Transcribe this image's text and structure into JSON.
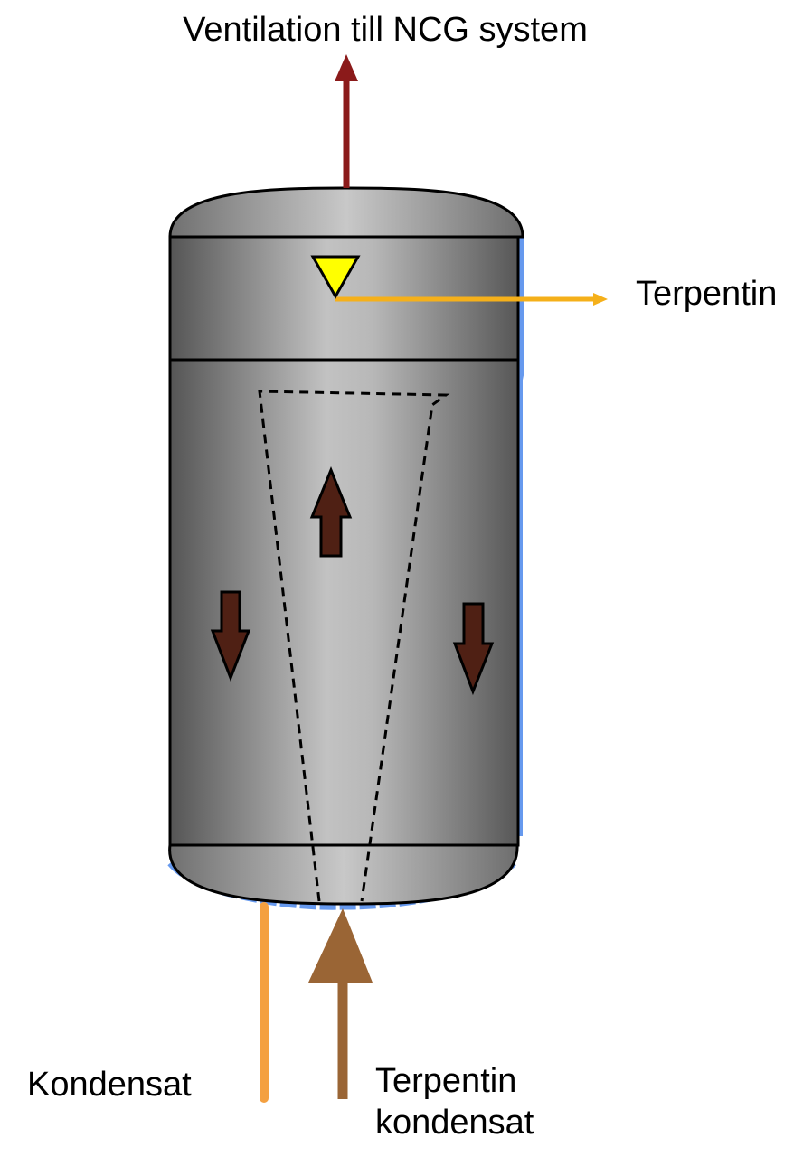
{
  "labels": {
    "ventilation": "Ventilation till NCG system",
    "terpentin_out": "Terpentin",
    "kondensat": "Kondensat",
    "terpentin_kondensat_line1": "Terpentin",
    "terpentin_kondensat_line2": "kondensat"
  },
  "colors": {
    "ventilation_arrow": "#8b1a1a",
    "terpentin_line": "#f5b01a",
    "kondensat_line": "#f4a040",
    "feed_arrow": "#9a6535",
    "flow_arrows": "#4f2014",
    "level_indicator": "#ffff00",
    "insulation": "#6699ee",
    "shell_dark": "#505050",
    "shell_light": "#c4c4c4"
  }
}
